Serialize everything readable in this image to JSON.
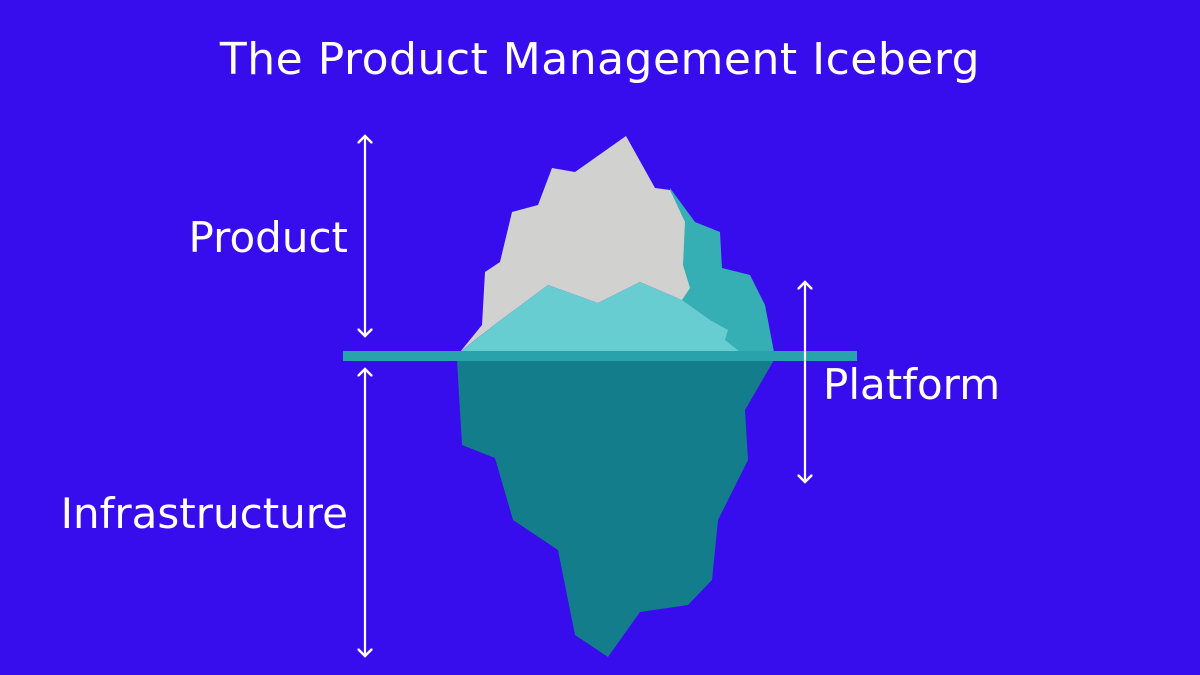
{
  "title": "The Product Management Iceberg",
  "labels": {
    "product": "Product",
    "platform": "Platform",
    "infrastructure": "Infrastructure"
  },
  "colors": {
    "background": "#370ced",
    "snow": "#d1d1cf",
    "ice_light": "#67cdd0",
    "ice_mid": "#35aeb4",
    "waterline": "#29a3ab",
    "underwater": "#137d8b",
    "text": "#ffffff"
  }
}
